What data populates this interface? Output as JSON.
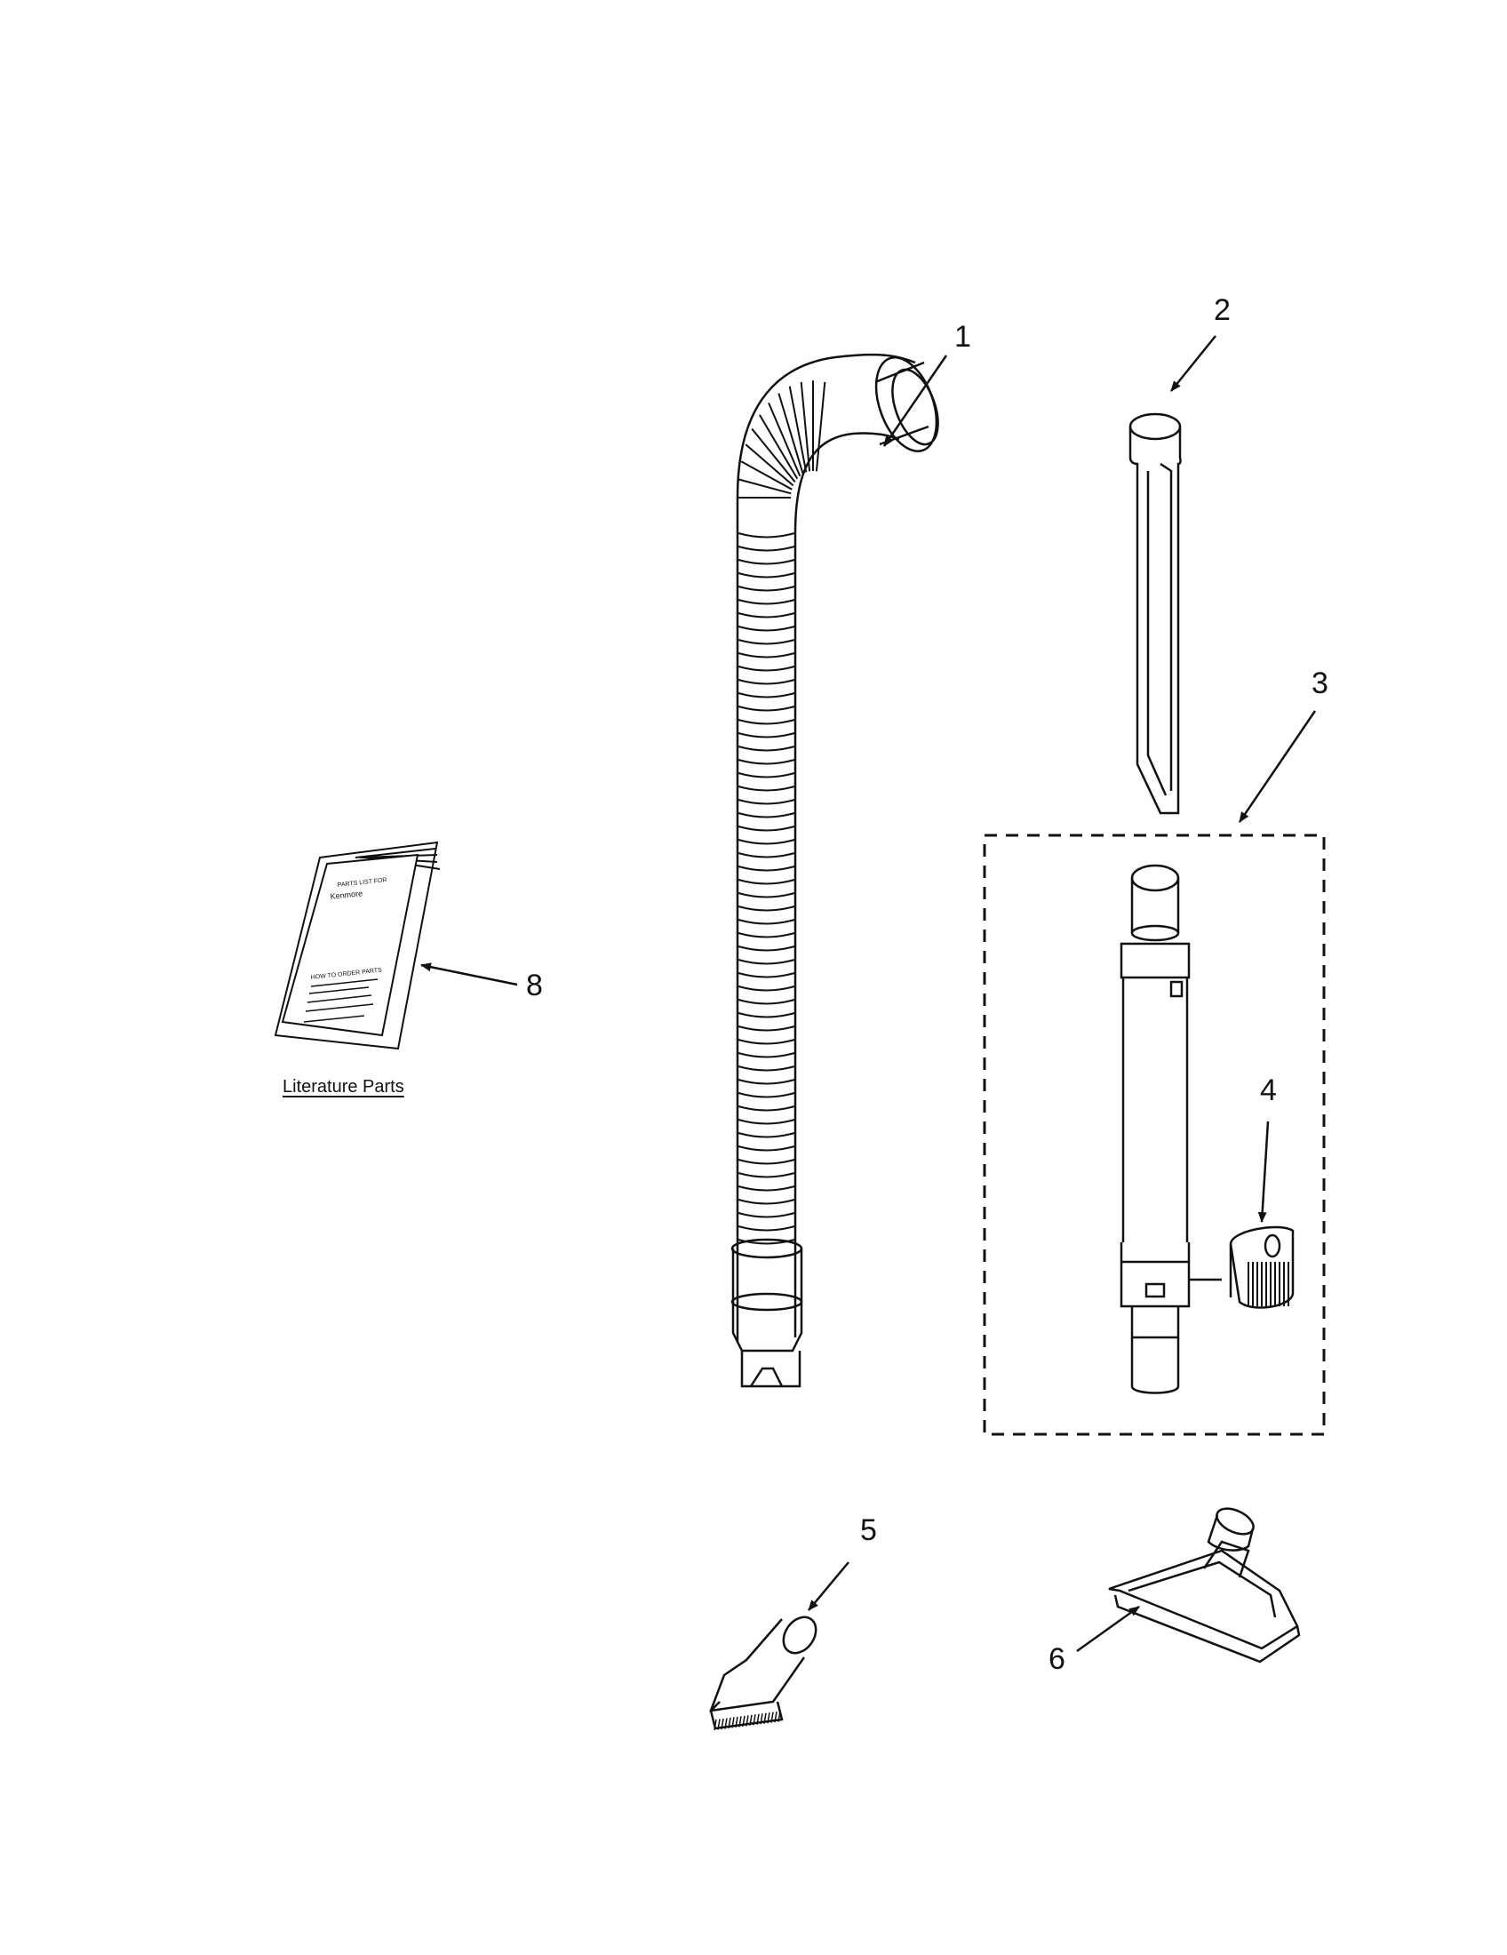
{
  "callouts": {
    "c1": "1",
    "c2": "2",
    "c3": "3",
    "c4": "4",
    "c5": "5",
    "c6": "6",
    "c8": "8"
  },
  "literature": {
    "section_label": "Literature Parts",
    "booklet_heading_1": "PARTS LIST FOR",
    "booklet_heading_2": "Kenmore",
    "booklet_subheading": "HOW TO ORDER PARTS"
  },
  "icons": [
    "hose",
    "crevice-tool",
    "extension-wand",
    "wand-clip",
    "dusting-brush",
    "upholstery-tool",
    "parts-booklet"
  ],
  "colors": {
    "line": "#111111",
    "background": "#ffffff"
  }
}
